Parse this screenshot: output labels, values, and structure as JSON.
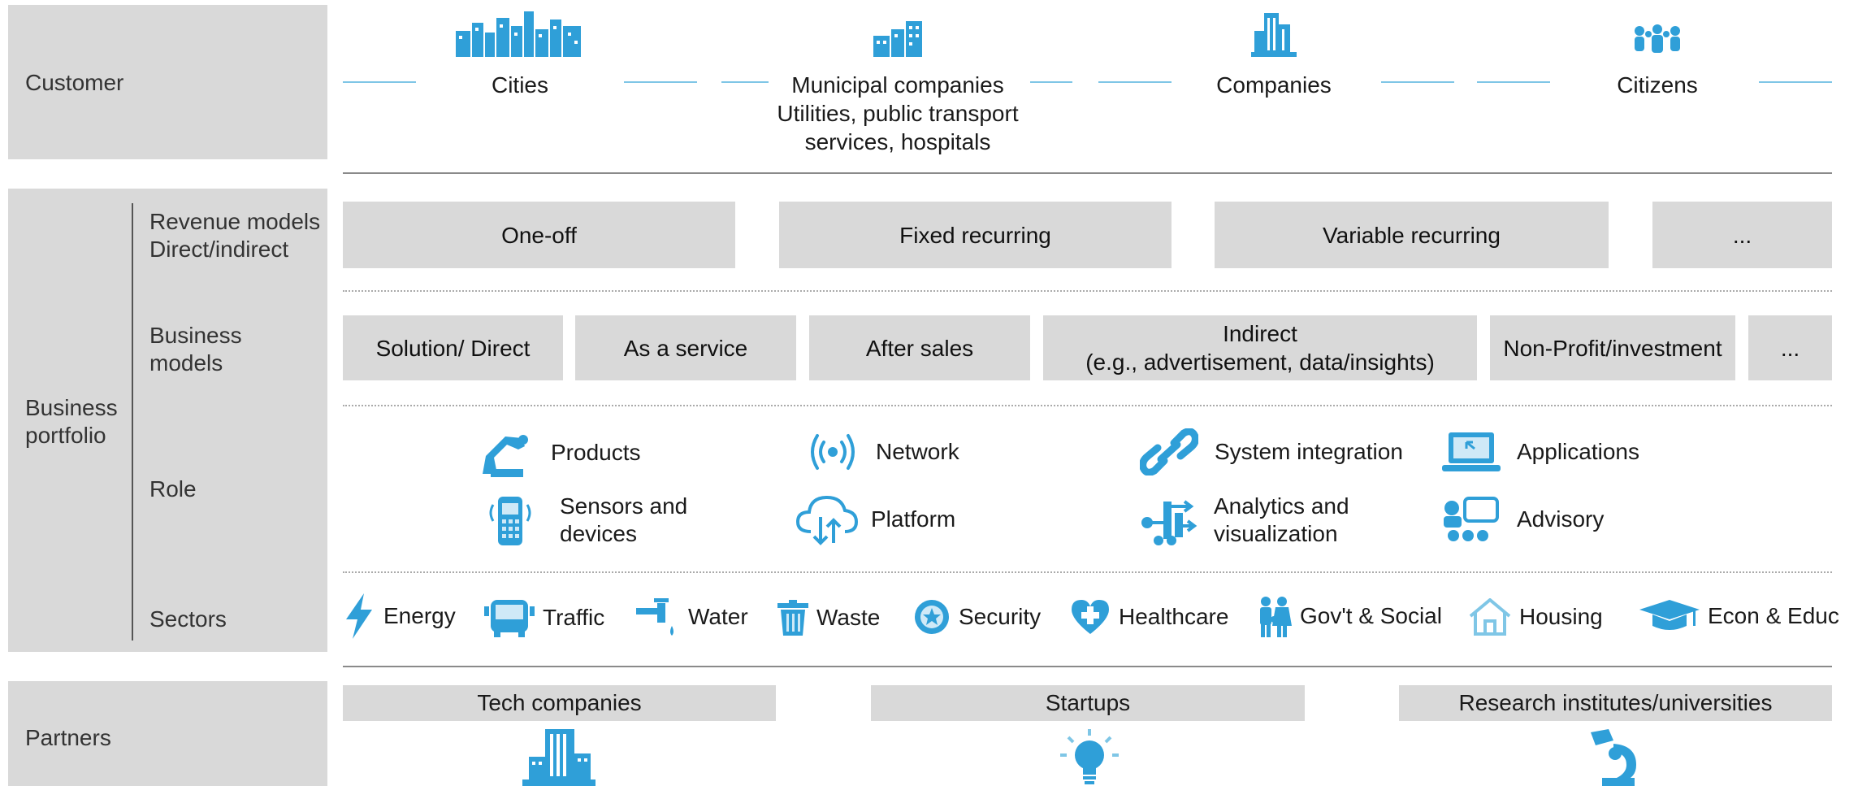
{
  "left": {
    "customer": "Customer",
    "business_portfolio": "Business\nportfolio",
    "partners": "Partners"
  },
  "sublabels": {
    "revenue_models": "Revenue models\nDirect/indirect",
    "business_models": "Business\nmodels",
    "role": "Role",
    "sectors": "Sectors"
  },
  "customers": [
    {
      "name": "Cities",
      "icon": "city-skyline-icon"
    },
    {
      "name": "Municipal companies\nUtilities, public transport\nservices, hospitals",
      "icon": "buildings-icon"
    },
    {
      "name": "Companies",
      "icon": "office-tower-icon"
    },
    {
      "name": "Citizens",
      "icon": "people-group-icon"
    }
  ],
  "revenue_models": [
    "One-off",
    "Fixed recurring",
    "Variable recurring",
    "..."
  ],
  "business_models": [
    "Solution/ Direct",
    "As a service",
    "After sales",
    "Indirect\n(e.g., advertisement, data/insights)",
    "Non-Profit/investment",
    "..."
  ],
  "roles": [
    {
      "label": "Products",
      "icon": "robot-arm-icon"
    },
    {
      "label": "Network",
      "icon": "wireless-signal-icon"
    },
    {
      "label": "System integration",
      "icon": "chain-link-icon"
    },
    {
      "label": "Applications",
      "icon": "laptop-icon"
    },
    {
      "label": "Sensors and\ndevices",
      "icon": "sensor-device-icon"
    },
    {
      "label": "Platform",
      "icon": "cloud-upload-icon"
    },
    {
      "label": "Analytics and\nvisualization",
      "icon": "analytics-flow-icon"
    },
    {
      "label": "Advisory",
      "icon": "advisory-chat-icon"
    }
  ],
  "sectors": [
    {
      "label": "Energy",
      "icon": "lightning-icon"
    },
    {
      "label": "Traffic",
      "icon": "bus-icon"
    },
    {
      "label": "Water",
      "icon": "faucet-icon"
    },
    {
      "label": "Waste",
      "icon": "trash-bin-icon"
    },
    {
      "label": "Security",
      "icon": "police-badge-icon"
    },
    {
      "label": "Healthcare",
      "icon": "heart-cross-icon"
    },
    {
      "label": "Gov't & Social",
      "icon": "family-icon"
    },
    {
      "label": "Housing",
      "icon": "house-icon"
    },
    {
      "label": "Econ & Educ",
      "icon": "graduation-cap-icon"
    }
  ],
  "partners": [
    {
      "label": "Tech companies",
      "icon": "office-building-icon"
    },
    {
      "label": "Startups",
      "icon": "lightbulb-icon"
    },
    {
      "label": "Research institutes/universities",
      "icon": "microscope-icon"
    }
  ],
  "colors": {
    "accent": "#2f9fd8",
    "panel": "#d9d9d9",
    "line": "#7fc6e6"
  }
}
